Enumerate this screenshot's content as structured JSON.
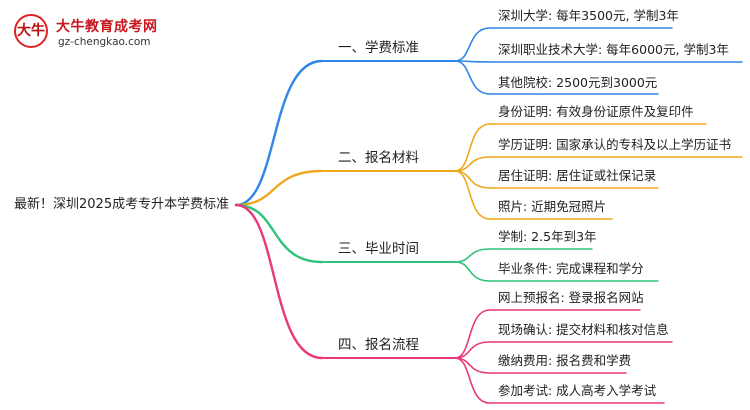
{
  "logo": {
    "mark": "大牛",
    "name": "大牛教育成考网",
    "url": "gz-chengkao.com"
  },
  "root": "最新！深圳2025成考专升本学费标准",
  "colors": {
    "blue": "#2f86e8",
    "orange": "#f0a81c",
    "green": "#2fc27a",
    "pink": "#e8397a"
  },
  "branches": [
    {
      "label": "一、学费标准",
      "color_key": "blue",
      "leaves": [
        "深圳大学: 每年3500元, 学制3年",
        "深圳职业技术大学: 每年6000元, 学制3年",
        "其他院校: 2500元到3000元"
      ]
    },
    {
      "label": "二、报名材料",
      "color_key": "orange",
      "leaves": [
        "身份证明: 有效身份证原件及复印件",
        "学历证明: 国家承认的专科及以上学历证书",
        "居住证明: 居住证或社保记录",
        "照片: 近期免冠照片"
      ]
    },
    {
      "label": "三、毕业时间",
      "color_key": "green",
      "leaves": [
        "学制: 2.5年到3年",
        "毕业条件: 完成课程和学分"
      ]
    },
    {
      "label": "四、报名流程",
      "color_key": "pink",
      "leaves": [
        "网上预报名: 登录报名网站",
        "现场确认: 提交材料和核对信息",
        "缴纳费用: 报名费和学费",
        "参加考试: 成人高考入学考试"
      ]
    }
  ]
}
